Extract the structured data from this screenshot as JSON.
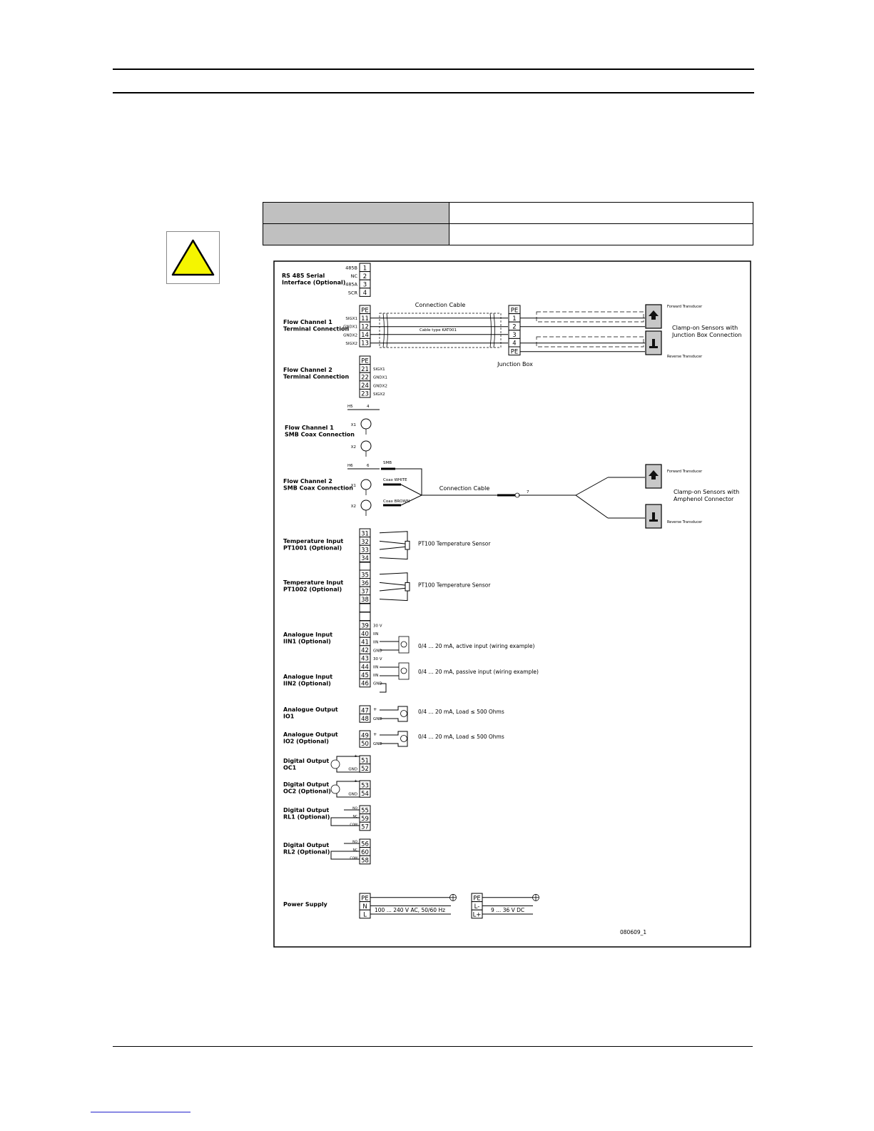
{
  "diagram": {
    "groups": {
      "rs485": [
        "RS 485 Serial",
        "Interface (Optional)"
      ],
      "flow1_term": [
        "Flow Channel 1",
        "Terminal Connection"
      ],
      "flow2_term": [
        "Flow Channel 2",
        "Terminal Connection"
      ],
      "flow1_smb": [
        "Flow Channel 1",
        "SMB Coax Connection"
      ],
      "flow2_smb": [
        "Flow Channel 2",
        "SMB Coax Connection"
      ],
      "temp1": [
        "Temperature Input",
        "PT1001 (Optional)"
      ],
      "temp2": [
        "Temperature Input",
        "PT1002 (Optional)"
      ],
      "ain1": [
        "Analogue Input",
        "IIN1 (Optional)"
      ],
      "ain2": [
        "Analogue Input",
        "IIN2 (Optional)"
      ],
      "aout1": [
        "Analogue Output",
        "IO1"
      ],
      "aout2": [
        "Analogue Output",
        "IO2 (Optional)"
      ],
      "oc1": [
        "Digital Output",
        "OC1"
      ],
      "oc2": [
        "Digital Output",
        "OC2 (Optional)"
      ],
      "rl1": [
        "Digital Output",
        "RL1 (Optional)"
      ],
      "rl2": [
        "Digital Output",
        "RL2 (Optional)"
      ],
      "power": [
        "Power Supply"
      ]
    },
    "rs485_pins": [
      {
        "label": "485B",
        "term": "1"
      },
      {
        "label": "NC",
        "term": "2"
      },
      {
        "label": "485A",
        "term": "3"
      },
      {
        "label": "SCR",
        "term": "4"
      }
    ],
    "flow1_pins": [
      {
        "label": "",
        "term": "PE"
      },
      {
        "label": "SIGX1",
        "term": "11"
      },
      {
        "label": "GNDX1",
        "term": "12"
      },
      {
        "label": "GNDX2",
        "term": "14"
      },
      {
        "label": "SIGX2",
        "term": "13"
      }
    ],
    "flow2_pins": [
      {
        "label": "",
        "term": "PE"
      },
      {
        "label": "SIGX1",
        "term": "21"
      },
      {
        "label": "GNDX1",
        "term": "22"
      },
      {
        "label": "GNDX2",
        "term": "24"
      },
      {
        "label": "SIGX2",
        "term": "23"
      }
    ],
    "junction_terms": [
      "PE",
      "1",
      "2",
      "3",
      "4",
      "PE"
    ],
    "cable_labels": {
      "connection_cable_1": "Connection Cable",
      "cable_type": "Cable type KAT001",
      "junction_box": "Junction Box",
      "connection_cable_2": "Connection Cable",
      "coax_white": "Coax WHITE",
      "coax_brown": "Coax BROWN",
      "smb": "SMB",
      "plug_7": "7"
    },
    "sensor_labels": {
      "forward": "Forward Transducer",
      "reverse": "Reverse Transducer",
      "jb_sensors": [
        "Clamp-on Sensors with",
        "Junction Box Connection"
      ],
      "amph_sensors": [
        "Clamp-on Sensors with",
        "Amphenol Connector"
      ]
    },
    "smb_labels": {
      "h5": "H5",
      "h5_pin": "4",
      "h6": "H6",
      "h6_pin": "6",
      "x1": "X1",
      "x2": "X2"
    },
    "temp_terms_1": [
      "31",
      "32",
      "33",
      "34"
    ],
    "temp_terms_2": [
      "35",
      "36",
      "37",
      "38"
    ],
    "pt100_label": "PT100 Temperature Sensor",
    "ain_pins": [
      {
        "term": "39",
        "label": "30 V"
      },
      {
        "term": "40",
        "label": "IIN"
      },
      {
        "term": "41",
        "label": "IIN"
      },
      {
        "term": "42",
        "label": "GND"
      },
      {
        "term": "43",
        "label": "30 V"
      },
      {
        "term": "44",
        "label": "IIN"
      },
      {
        "term": "45",
        "label": "IIN"
      },
      {
        "term": "46",
        "label": "GND"
      }
    ],
    "ain_desc": {
      "active": "0/4 ... 20 mA, active input (wiring example)",
      "passive": "0/4 ... 20 mA, passive input (wiring example)"
    },
    "aout_pins": [
      {
        "term": "47",
        "label": "+"
      },
      {
        "term": "48",
        "label": "GND"
      },
      {
        "term": "49",
        "label": "+"
      },
      {
        "term": "50",
        "label": "GND"
      }
    ],
    "aout_desc": "0/4 ... 20 mA, Load ≤ 500 Ohms",
    "oc_pins": [
      {
        "term": "51",
        "label": "+"
      },
      {
        "term": "52",
        "label": "GND"
      },
      {
        "term": "53",
        "label": "+"
      },
      {
        "term": "54",
        "label": "GND"
      }
    ],
    "rl_pins": [
      {
        "term": "55",
        "label": "NO"
      },
      {
        "term": "59",
        "label": "NC"
      },
      {
        "term": "57",
        "label": "COM"
      },
      {
        "term": "56",
        "label": "NO"
      },
      {
        "term": "60",
        "label": "NC"
      },
      {
        "term": "58",
        "label": "COM"
      }
    ],
    "power": {
      "ac_terms": [
        "PE",
        "N",
        "L"
      ],
      "ac_label": "100 ... 240 V AC, 50/60 Hz",
      "dc_terms": [
        "PE",
        "L-",
        "L+"
      ],
      "dc_label": "9 ... 36 V DC"
    },
    "figure_id": "080609_1"
  }
}
